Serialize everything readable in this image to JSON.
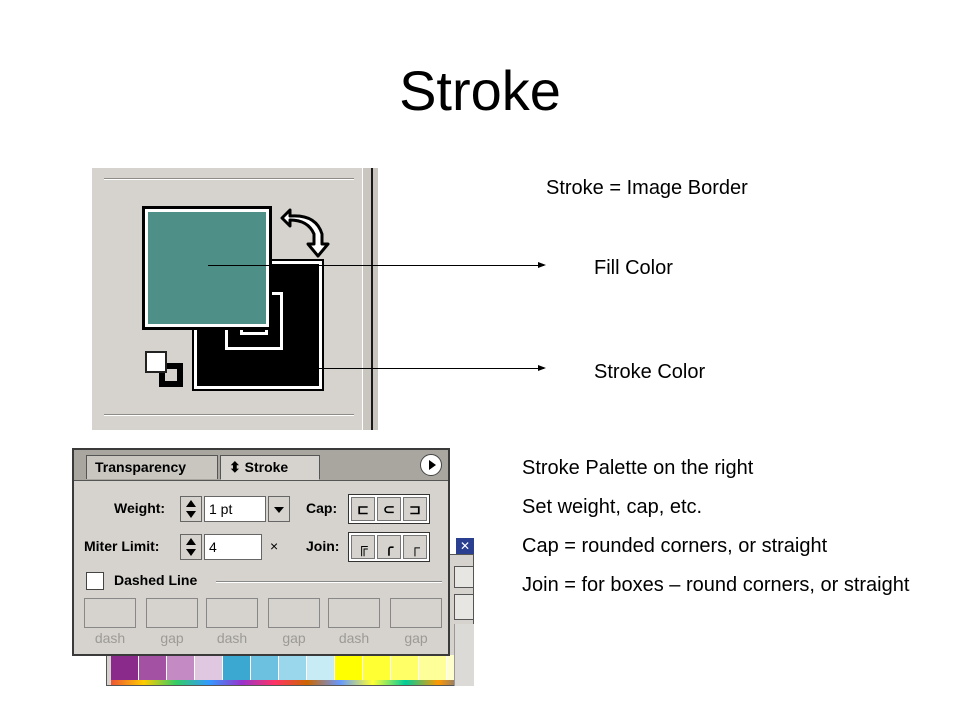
{
  "slide": {
    "title": "Stroke"
  },
  "labels": {
    "stroke_definition": "Stroke = Image Border",
    "fill_color": "Fill Color",
    "stroke_color": "Stroke Color"
  },
  "toolbox": {
    "fill_color": "#4e8f88",
    "stroke_color": "#000000",
    "icons": [
      "swap-fill-stroke-icon",
      "default-colors-icon"
    ]
  },
  "stroke_palette": {
    "tabs": [
      {
        "label": "Transparency",
        "active": false
      },
      {
        "label": "Stroke",
        "active": true
      }
    ],
    "weight_label": "Weight:",
    "weight_value": "1 pt",
    "miter_label": "Miter Limit:",
    "miter_value": "4",
    "miter_unit": "×",
    "cap_label": "Cap:",
    "join_label": "Join:",
    "dashed_line_label": "Dashed Line",
    "dashed_line_checked": false,
    "dash_fields": [
      "dash",
      "gap",
      "dash",
      "gap",
      "dash",
      "gap"
    ]
  },
  "swatches": [
    "#8a2a8a",
    "#a352a3",
    "#c48ac4",
    "#e0c8e0",
    "#3aa8d0",
    "#6cc0e0",
    "#9ad6ec",
    "#c8ecf6",
    "#ffff00",
    "#ffff33",
    "#ffff66",
    "#ffff99",
    "#ffffcc"
  ],
  "bullets": [
    "Stroke Palette on the right",
    "Set weight, cap, etc.",
    "Cap = rounded corners, or straight",
    "Join = for boxes – round corners, or straight"
  ]
}
